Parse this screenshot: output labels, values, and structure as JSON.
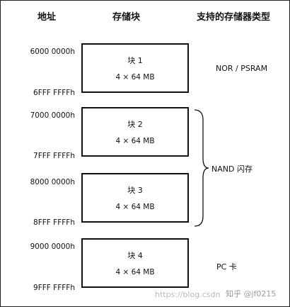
{
  "headers": {
    "address": "地址",
    "block": "存储块",
    "memory": "支持的存储器类型"
  },
  "blocks": [
    {
      "name": "块 1",
      "size": "4 × 64 MB",
      "start": "6000 0000h",
      "end": "6FFF FFFFh"
    },
    {
      "name": "块 2",
      "size": "4 × 64 MB",
      "start": "7000 0000h",
      "end": "7FFF FFFFh"
    },
    {
      "name": "块 3",
      "size": "4 × 64 MB",
      "start": "8000 0000h",
      "end": "8FFF FFFFh"
    },
    {
      "name": "块 4",
      "size": "4 × 64 MB",
      "start": "9000 0000h",
      "end": "9FFF FFFFh"
    }
  ],
  "memory_types": {
    "nor": "NOR / PSRAM",
    "nand": "NAND 闪存",
    "pc": "PC 卡"
  },
  "watermarks": {
    "url": "https://blog.csdn",
    "user": "知乎 @jf0215"
  }
}
